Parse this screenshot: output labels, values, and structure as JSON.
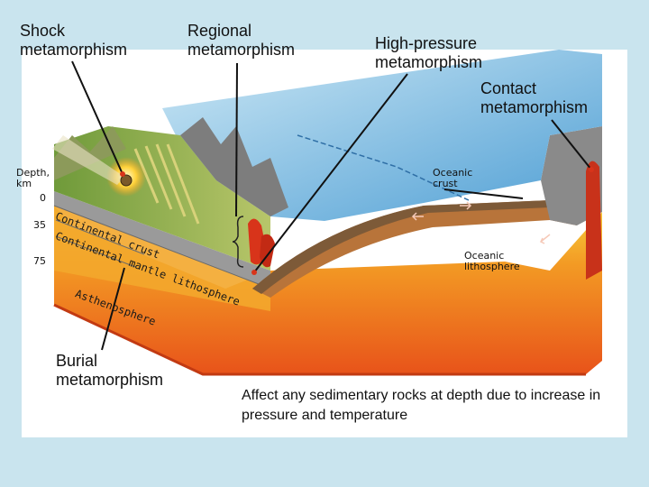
{
  "labels": {
    "shock": [
      "Shock",
      "metamorphism"
    ],
    "regional": [
      "Regional",
      "metamorphism"
    ],
    "high_pressure": [
      "High-pressure",
      "metamorphism"
    ],
    "contact": [
      "Contact",
      "metamorphism"
    ],
    "burial": [
      "Burial",
      "metamorphism"
    ]
  },
  "depth": {
    "title": [
      "Depth,",
      "km"
    ],
    "ticks": [
      "0",
      "35",
      "75"
    ]
  },
  "layers": {
    "continental_crust": "Continental crust",
    "continental_mantle": "Continental mantle lithosphere",
    "asthenosphere": "Asthenosphere",
    "oceanic_crust": [
      "Oceanic",
      "crust"
    ],
    "oceanic_lithosphere": [
      "Oceanic",
      "lithosphere"
    ]
  },
  "caption": "Affect any sedimentary rocks at depth due to increase in pressure and temperature",
  "colors": {
    "background": "#c9e4ee",
    "ocean": "#5aa6d8",
    "mantle_hot": "#f07a1a",
    "mantle_warm": "#f6c43a",
    "crust": "#8a8a8a",
    "land": "#8fb04a",
    "magma": "#d8341a"
  }
}
